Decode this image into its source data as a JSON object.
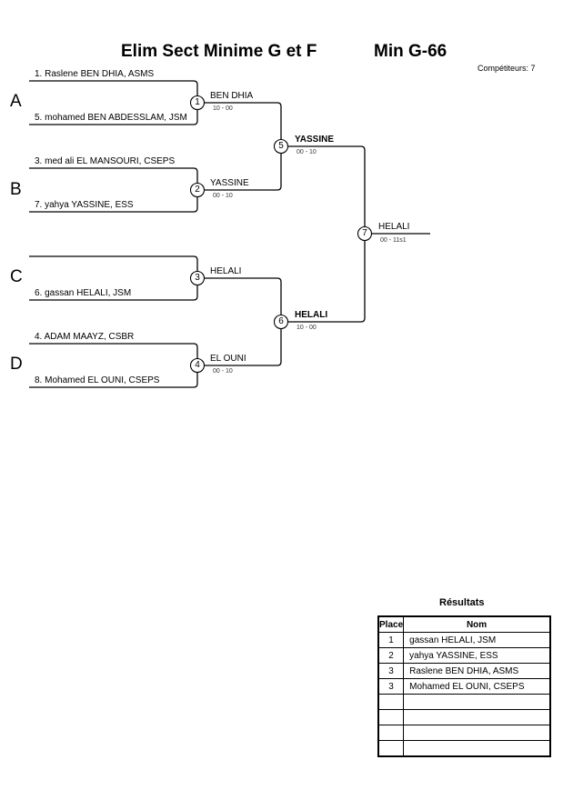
{
  "header": {
    "title": "Elim Sect Minime G et F",
    "category": "Min G-66",
    "competitors_label": "Compétiteurs: 7"
  },
  "pools": [
    "A",
    "B",
    "C",
    "D"
  ],
  "round1": [
    {
      "match": "1",
      "top": "1. Raslene BEN DHIA, ASMS",
      "bottom": "5. mohamed BEN ABDESSLAM, JSM",
      "winner": "BEN DHIA",
      "score": "10 - 00"
    },
    {
      "match": "2",
      "top": "3. med ali EL MANSOURI, CSEPS",
      "bottom": "7. yahya YASSINE, ESS",
      "winner": "YASSINE",
      "score": "00 - 10"
    },
    {
      "match": "3",
      "top": "",
      "bottom": "6. gassan HELALI, JSM",
      "winner": "HELALI",
      "score": ""
    },
    {
      "match": "4",
      "top": "4. ADAM MAAYZ, CSBR",
      "bottom": "8. Mohamed EL OUNI, CSEPS",
      "winner": "EL OUNI",
      "score": "00 - 10"
    }
  ],
  "round2": [
    {
      "match": "5",
      "winner": "YASSINE",
      "score": "00 - 10"
    },
    {
      "match": "6",
      "winner": "HELALI",
      "score": "10 - 00"
    }
  ],
  "final": {
    "match": "7",
    "winner": "HELALI",
    "score": "00 - 11s1"
  },
  "results": {
    "title": "Résultats",
    "headers": {
      "place": "Place",
      "name": "Nom"
    },
    "rows": [
      {
        "place": "1",
        "name": "gassan HELALI, JSM"
      },
      {
        "place": "2",
        "name": "yahya YASSINE, ESS"
      },
      {
        "place": "3",
        "name": "Raslene BEN DHIA, ASMS"
      },
      {
        "place": "3",
        "name": "Mohamed EL OUNI, CSEPS"
      },
      {
        "place": "",
        "name": ""
      },
      {
        "place": "",
        "name": ""
      },
      {
        "place": "",
        "name": ""
      },
      {
        "place": "",
        "name": ""
      }
    ]
  }
}
